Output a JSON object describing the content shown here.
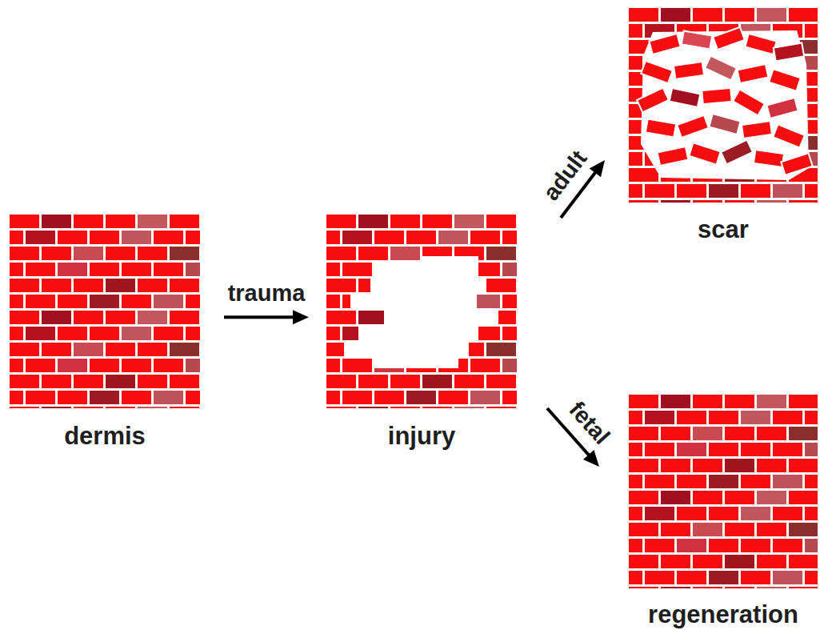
{
  "diagram": {
    "nodes": [
      {
        "text": [
          "dermis"
        ]
      },
      {
        "text": [
          "injury"
        ]
      },
      {
        "text": [
          "scar"
        ]
      },
      {
        "text": [
          "regeneration"
        ]
      }
    ],
    "edges": [
      {
        "from": 0,
        "to": 1,
        "arrow": "to",
        "label": "trauma"
      },
      {
        "from": 1,
        "to": 2,
        "arrow": "to",
        "label": "adult"
      },
      {
        "from": 1,
        "to": 3,
        "arrow": "to",
        "label": "fetal"
      }
    ]
  }
}
